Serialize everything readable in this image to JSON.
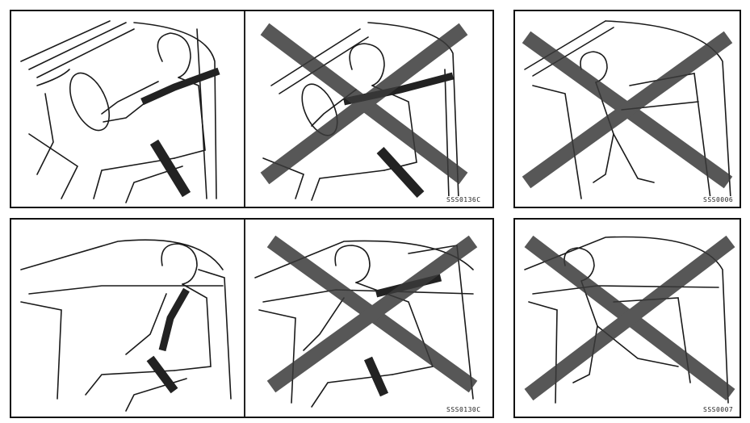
{
  "figure": {
    "codes": {
      "top_left": "SSS0136C",
      "top_right": "SSS0006",
      "bottom_left": "SSS0130C",
      "bottom_right": "SSS0007"
    },
    "panels": [
      {
        "id": "front-driver-correct",
        "scene": "driver with shoulder belt across chest",
        "crossed_out": false
      },
      {
        "id": "front-driver-reclined",
        "scene": "reclined seat with shoulder belt",
        "crossed_out": true
      },
      {
        "id": "child-standing",
        "scene": "child standing in front of seat",
        "crossed_out": true
      },
      {
        "id": "passenger-correct",
        "scene": "passenger seated upright with belt",
        "crossed_out": false
      },
      {
        "id": "passenger-reclined",
        "scene": "passenger reclined with belt",
        "crossed_out": true
      },
      {
        "id": "child-kneeling",
        "scene": "child kneeling on seat",
        "crossed_out": true
      }
    ],
    "colors": {
      "line": "#1a1a1a",
      "cross": "#3a3a3a",
      "frame": "#111111"
    }
  }
}
